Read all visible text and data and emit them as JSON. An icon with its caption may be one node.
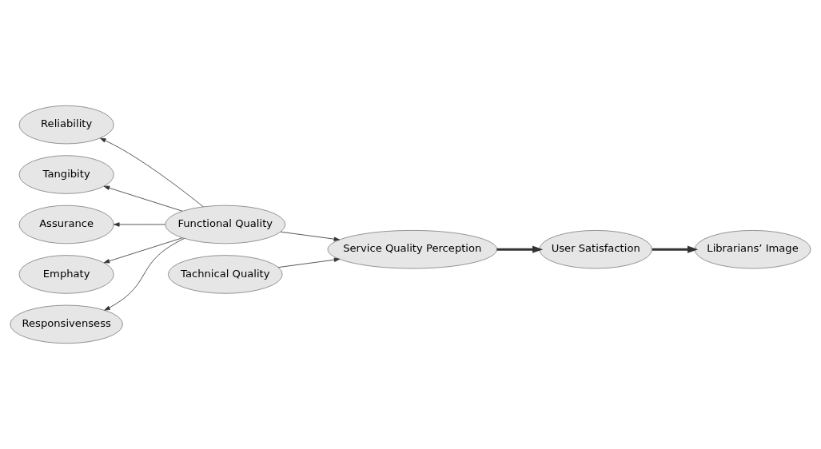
{
  "diagram": {
    "nodes": [
      {
        "text": [
          "Reliability"
        ]
      },
      {
        "text": [
          "Tangibity"
        ]
      },
      {
        "text": [
          "Assurance"
        ]
      },
      {
        "text": [
          "Emphaty"
        ]
      },
      {
        "text": [
          "Responsivensess"
        ]
      },
      {
        "text": [
          "Functional Quality"
        ]
      },
      {
        "text": [
          "Service Quality Perception"
        ]
      },
      {
        "text": [
          "User Satisfaction"
        ]
      },
      {
        "text": [
          "Librarians’ Image"
        ]
      },
      {
        "text": [
          "Tachnical Quality"
        ]
      }
    ],
    "edges": [
      {
        "from": 5,
        "to": 0,
        "arrow": "to"
      },
      {
        "from": 5,
        "to": 1,
        "arrow": "to"
      },
      {
        "from": 5,
        "to": 2,
        "arrow": "to"
      },
      {
        "from": 5,
        "to": 3,
        "arrow": "to"
      },
      {
        "from": 5,
        "to": 4,
        "arrow": "to"
      },
      {
        "from": 5,
        "to": 6,
        "arrow": "to"
      },
      {
        "from": 9,
        "to": 6,
        "arrow": "to"
      },
      {
        "from": 6,
        "to": 7,
        "arrow": "to",
        "style": "thick"
      },
      {
        "from": 7,
        "to": 8,
        "arrow": "to",
        "style": "thick"
      }
    ]
  }
}
